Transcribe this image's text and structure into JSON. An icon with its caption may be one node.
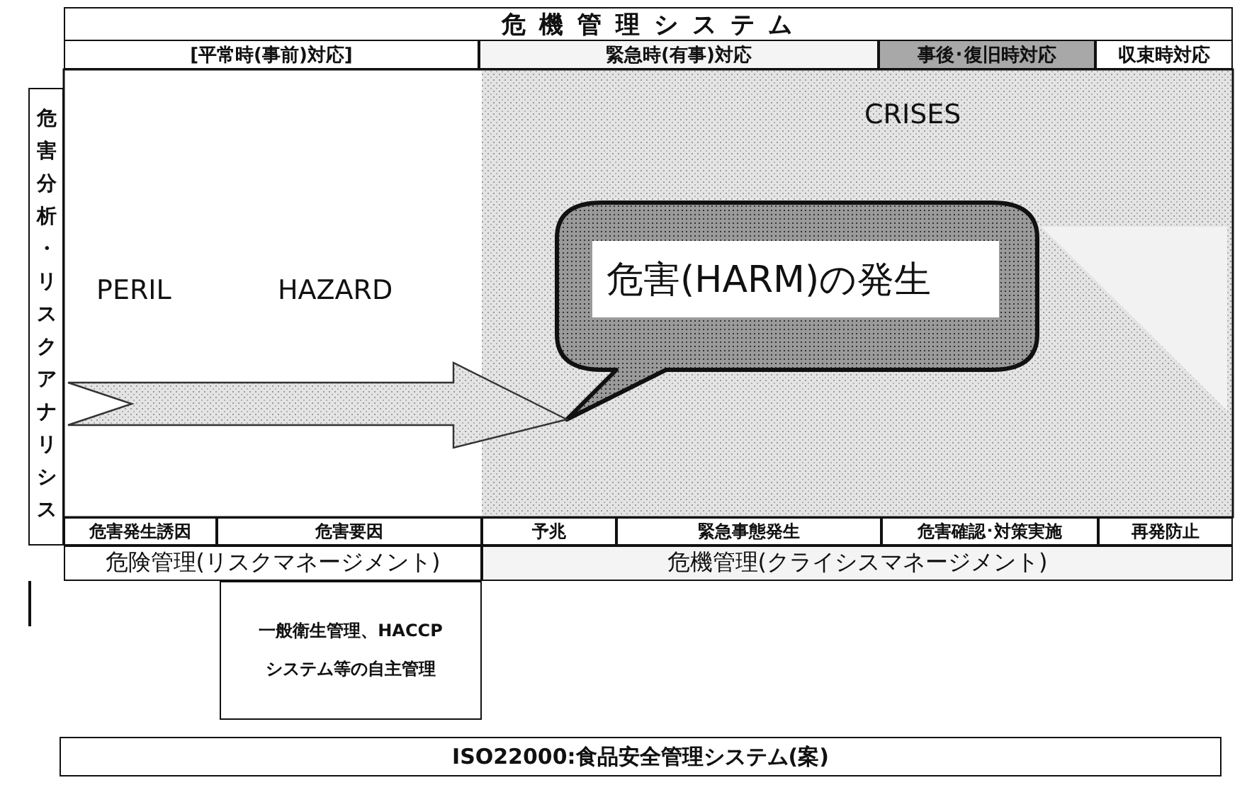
{
  "diagram": {
    "nodes": [
      {
        "text": [
          "危 機 管 理 シ ス テ ム"
        ]
      },
      {
        "text": [
          "[平常時(事前)対応]"
        ]
      },
      {
        "text": [
          "緊急時(有事)対応"
        ]
      },
      {
        "text": [
          "事後･復旧時対応"
        ]
      },
      {
        "text": [
          "収束時対応"
        ]
      },
      {
        "text": [
          "危害分析・リスクアナリシス"
        ]
      },
      {
        "text": [
          "危害(HARM)の発生"
        ]
      },
      {
        "text": [
          "危害発生誘因"
        ]
      },
      {
        "text": [
          "危害要因"
        ]
      },
      {
        "text": [
          "予兆"
        ]
      },
      {
        "text": [
          "緊急事態発生"
        ]
      },
      {
        "text": [
          "危害確認･対策実施"
        ]
      },
      {
        "text": [
          "再発防止"
        ]
      },
      {
        "text": [
          "危険管理(リスクマネージメント)"
        ]
      },
      {
        "text": [
          "危機管理(クライシスマネージメント)"
        ]
      },
      {
        "text": [
          "一般衛生管理、HACCPシステム等の自主管理"
        ]
      },
      {
        "text": [
          "ISO22000:食品安全管理システム(案)"
        ]
      }
    ],
    "edges": [
      {
        "from": null,
        "to": 6,
        "arrow": "to"
      }
    ],
    "labels": [
      "PERIL",
      "HAZARD",
      "CRISES"
    ]
  }
}
